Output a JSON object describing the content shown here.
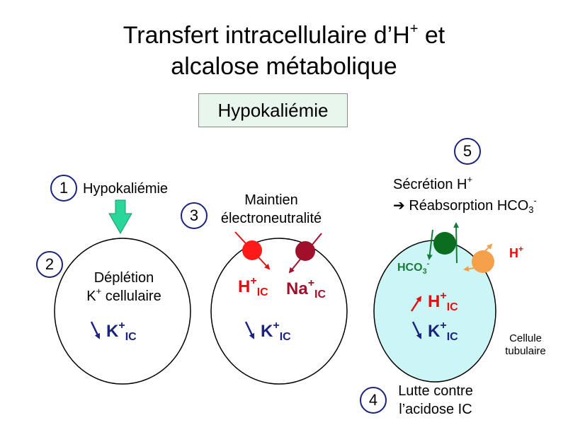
{
  "title": {
    "line1_prefix": "Transfert intracellulaire d’H",
    "line1_sup": "+",
    "line1_suffix": " et",
    "line2": "alcalose métabolique"
  },
  "subtitle": "Hypokaliémie",
  "colors": {
    "navy": "#1a237e",
    "red": "#e01010",
    "dark_red": "#a0102a",
    "green": "#1a7a3a",
    "orange": "#f5a04a",
    "cell_fill_tubular": "#ccf6f6",
    "arrow_green": "#2ad79a"
  },
  "steps": {
    "s1": {
      "number": "1",
      "label": "Hypokaliémie"
    },
    "s2": {
      "number": "2",
      "label_line1": "Déplétion",
      "label_line2_pre": "K",
      "label_line2_sup": "+",
      "label_line2_post": " cellulaire"
    },
    "s3": {
      "number": "3",
      "label_line1": "Maintien",
      "label_line2": "électroneutralité"
    },
    "s4": {
      "number": "4",
      "label_line1": "Lutte contre",
      "label_line2": "l’acidose IC"
    },
    "s5": {
      "number": "5",
      "label_line1_pre": "Sécrétion H",
      "label_line1_sup": "+",
      "label_line2_pre": "➔ Réabsorption HCO",
      "label_line2_sub": "3",
      "label_line2_sup": "-"
    }
  },
  "ions": {
    "k_ic": {
      "base": "K",
      "sup": "+",
      "sub": "IC"
    },
    "h_ic": {
      "base": "H",
      "sup": "+",
      "sub": "IC"
    },
    "na_ic": {
      "base": "Na",
      "sup": "+",
      "sub": "IC"
    },
    "hco3": {
      "base": "HCO",
      "sub": "3",
      "sup": "-"
    },
    "h_out": {
      "base": "H",
      "sup": "+"
    }
  },
  "cell_label": {
    "line1": "Cellule",
    "line2": "tubulaire"
  }
}
